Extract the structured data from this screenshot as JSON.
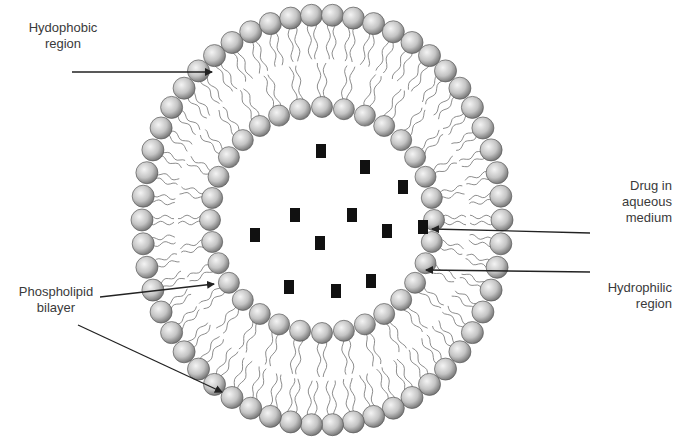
{
  "diagram": {
    "labels": [
      "Hydophobic region",
      "Drug in aqueous medium",
      "Hydrophilic region",
      "Phospholipid bilayer"
    ]
  }
}
